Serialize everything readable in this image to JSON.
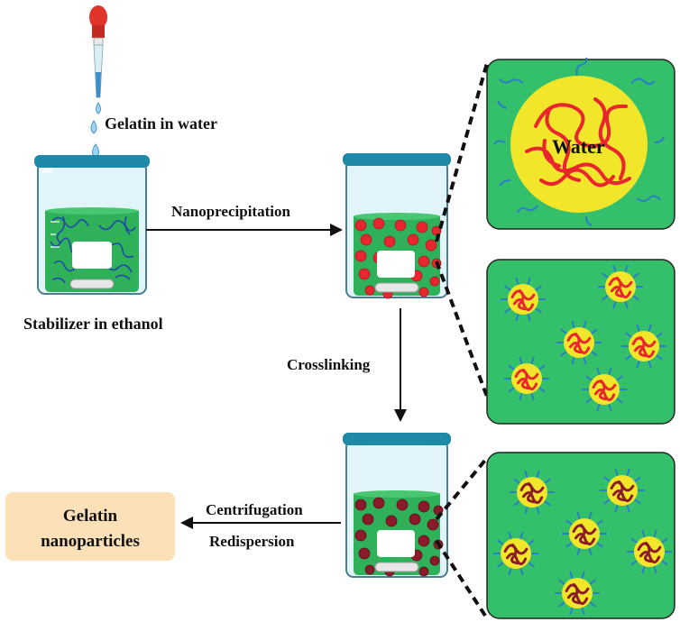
{
  "labels": {
    "gelatin_in_water": "Gelatin in water",
    "stabilizer_in_ethanol": "Stabilizer in ethanol",
    "nanoprecipitation": "Nanoprecipitation",
    "crosslinking": "Crosslinking",
    "centrifugation": "Centrifugation",
    "redispersion": "Redispersion",
    "result_line1": "Gelatin",
    "result_line2": "nanoparticles",
    "water": "Water"
  },
  "colors": {
    "panel_green": "#34c06a",
    "liquid_green": "#2fb15a",
    "particle_red": "#e8262e",
    "particle_crosslinked": "#8b1a2b",
    "core_yellow": "#f2e62a",
    "stabilizer_blue": "#2a7fc4",
    "result_box": "#fbe0b8",
    "dropper_bulb": "#e0342a"
  },
  "icons": [
    "dropper-icon",
    "water-drop-icon",
    "beaker-icon",
    "stir-bar-icon",
    "arrow-icon"
  ]
}
